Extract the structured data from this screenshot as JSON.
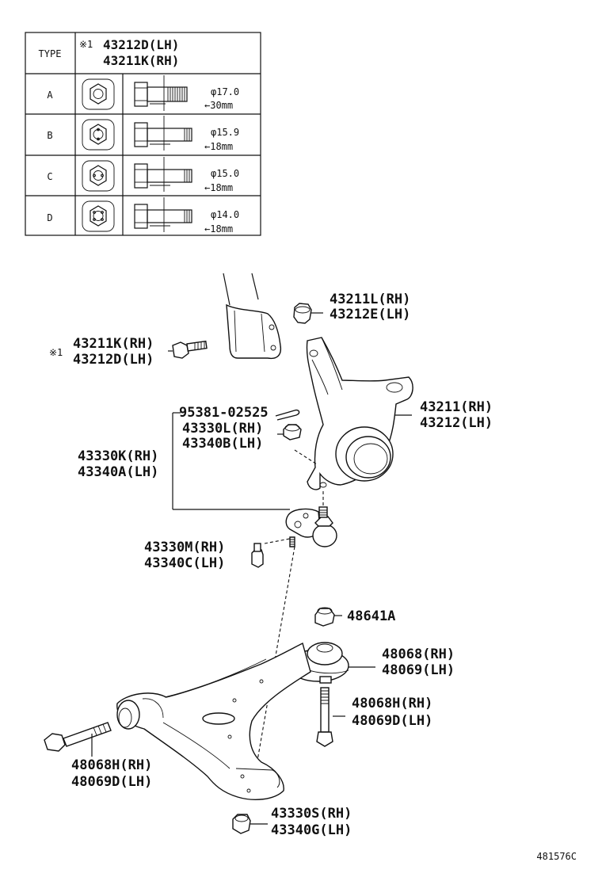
{
  "table": {
    "type_header": "TYPE",
    "note_mark": "※1",
    "header_line1": "43212D(LH)",
    "header_line2": "43211K(RH)",
    "rows": [
      {
        "type": "A",
        "diameter": "φ17.0",
        "length": "←30mm"
      },
      {
        "type": "B",
        "diameter": "φ15.9",
        "length": "←18mm"
      },
      {
        "type": "C",
        "diameter": "φ15.0",
        "length": "←18mm"
      },
      {
        "type": "D",
        "diameter": "φ14.0",
        "length": "←18mm"
      }
    ]
  },
  "labels": {
    "nut_top_rh": "43211L(RH)",
    "nut_top_lh": "43212E(LH)",
    "note_mark": "※1",
    "bolt_left_rh": "43211K(RH)",
    "bolt_left_lh": "43212D(LH)",
    "knuckle_rh": "43211(RH)",
    "knuckle_lh": "43212(LH)",
    "cotter_pin": "95381-02525",
    "nut_bj_rh": "43330L(RH)",
    "nut_bj_lh": "43340B(LH)",
    "ball_joint_rh": "43330K(RH)",
    "ball_joint_lh": "43340A(LH)",
    "bolt_bj_rh": "43330M(RH)",
    "bolt_bj_lh": "43340C(LH)",
    "nut_arm": "48641A",
    "bushing_rh": "48068(RH)",
    "bushing_lh": "48069(LH)",
    "bolt_rear_rh": "48068H(RH)",
    "bolt_rear_lh": "48069D(LH)",
    "bolt_front_rh": "48068H(RH)",
    "bolt_front_lh": "48069D(LH)",
    "nut_bottom_rh": "43330S(RH)",
    "nut_bottom_lh": "43340G(LH)",
    "diagram_code": "481576C"
  }
}
